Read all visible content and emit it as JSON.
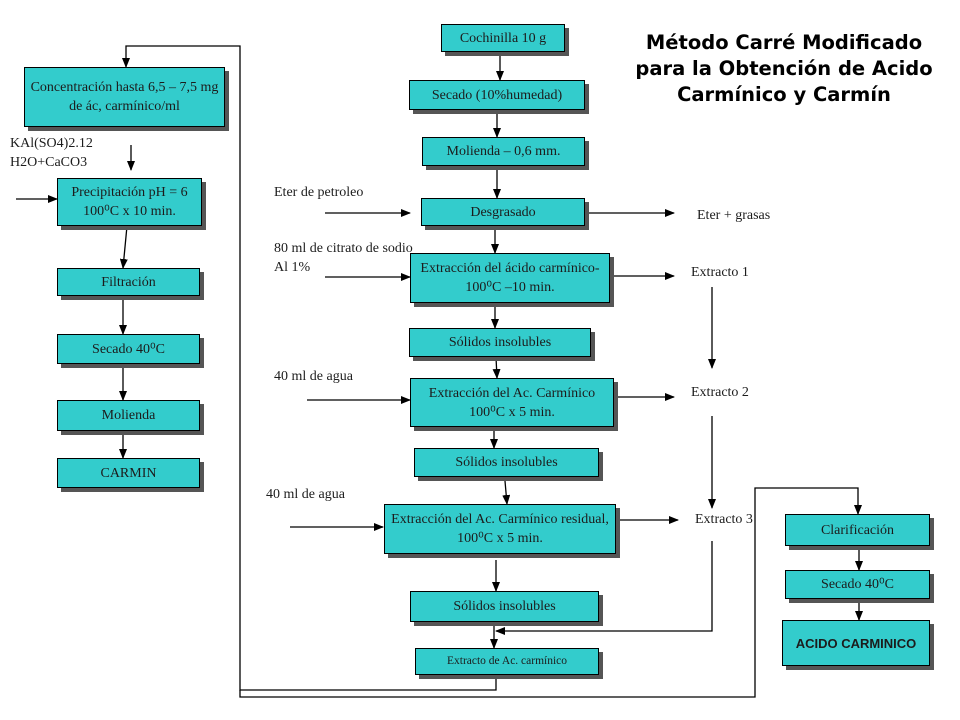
{
  "title": "Método Carré Modificado para la Obtención de Acido Carmínico y Carmín",
  "colors": {
    "box_fill": "#33cccc",
    "box_border": "#000000",
    "shadow": "#555555",
    "line": "#000000"
  },
  "center": {
    "cochinilla": "Cochinilla  10 g",
    "secado": "Secado (10%humedad)",
    "molienda": "Molienda – 0,6 mm.",
    "desgrasado": "Desgrasado",
    "extraccion1": "Extracción del ácido carmínico-100⁰C –10 min.",
    "solidos1": "Sólidos insolubles",
    "extraccion2": "Extracción del Ac. Carmínico   100⁰C x 5 min.",
    "solidos2": "Sólidos insolubles",
    "extraccion3": "Extracción del Ac. Carmínico residual, 100⁰C x 5 min.",
    "solidos3": "Sólidos insolubles",
    "extracto_ac": "Extracto de Ac. carmínico"
  },
  "inputs": {
    "eter": "Eter de petroleo",
    "citrato_line1": "80 ml de citrato de sodio",
    "citrato_line2": "Al 1%",
    "agua1": "40 ml  de agua",
    "agua2": "40 ml  de agua"
  },
  "outputs": {
    "eter_grasas": "Eter + grasas",
    "extracto1": "Extracto 1",
    "extracto2": "Extracto 2",
    "extracto3": "Extracto 3"
  },
  "left": {
    "concentracion": "Concentración hasta 6,5 – 7,5 mg de ác, carmínico/ml",
    "reagent_line1": "KAl(SO4)2.12",
    "reagent_line2": "H2O+CaCO3",
    "precipitacion": "Precipitación   pH = 6 100⁰C x 10 min.",
    "filtracion": "Filtración",
    "secado": "Secado 40⁰C",
    "molienda": "Molienda",
    "carmin": "CARMIN"
  },
  "right": {
    "clarificacion": "Clarificación",
    "secado": "Secado 40⁰C",
    "acido": "ACIDO CARMINICO"
  }
}
